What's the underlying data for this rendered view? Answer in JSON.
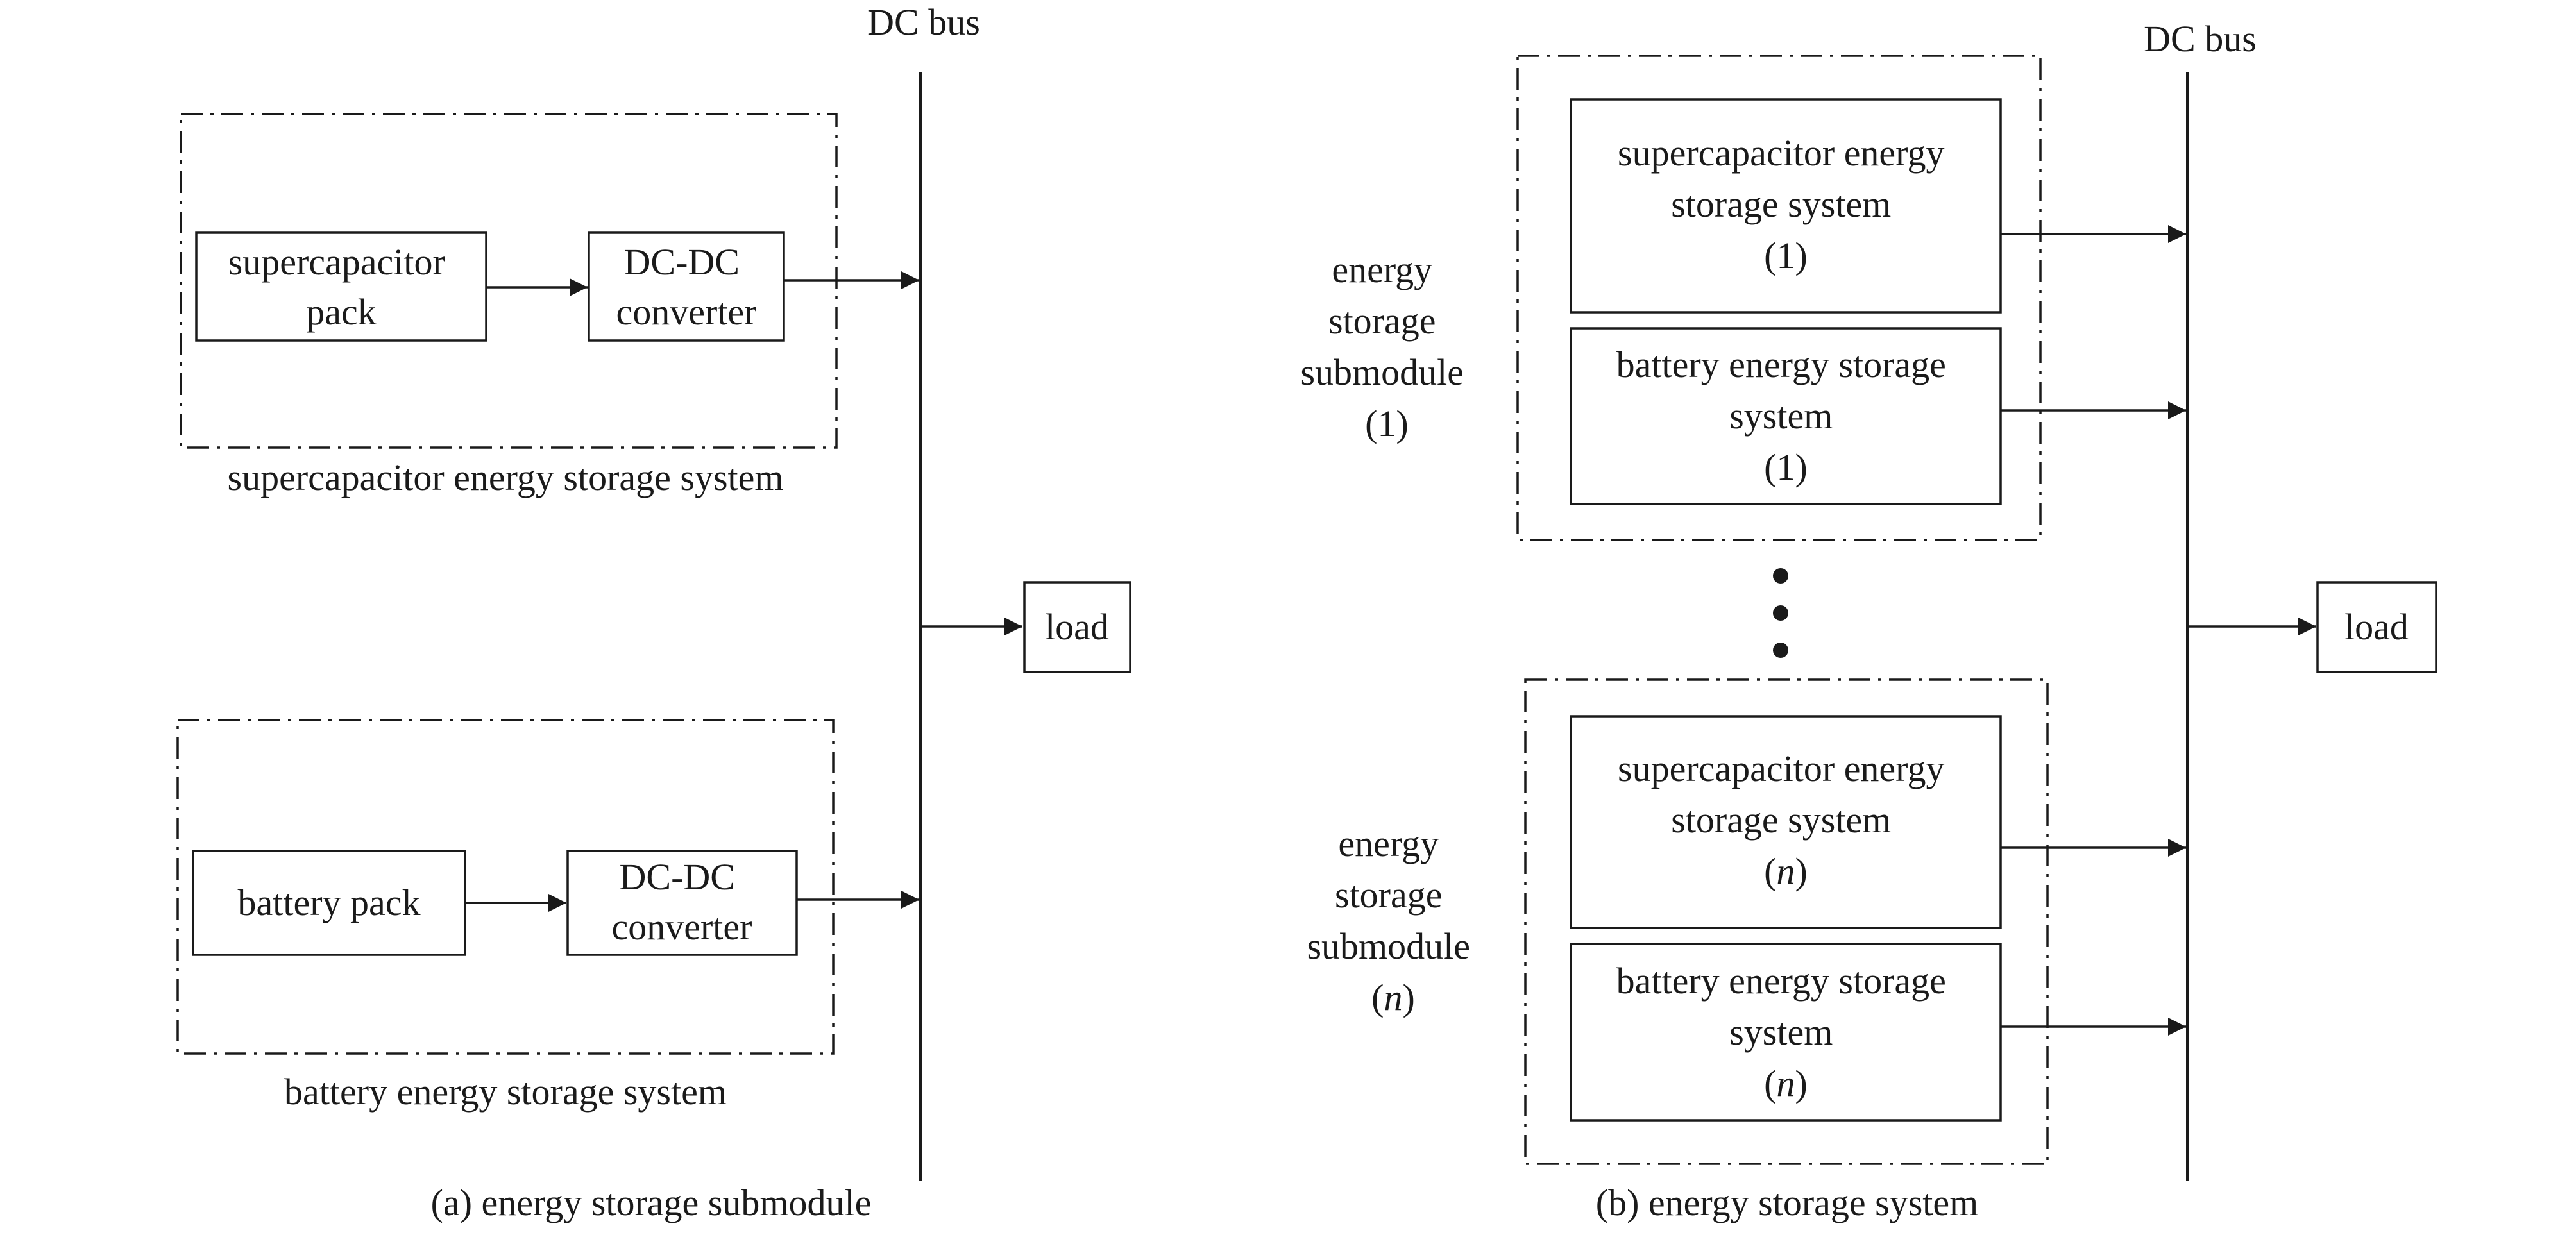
{
  "panel_a": {
    "bus_label": "DC bus",
    "load_label": "load",
    "caption": "(a) energy storage submodule",
    "sc_group_label": "supercapacitor energy storage system",
    "sc_pack": [
      "supercapacitor",
      "pack"
    ],
    "sc_converter": [
      "DC-DC",
      "converter"
    ],
    "bat_group_label": "battery energy storage system",
    "bat_pack": "battery pack",
    "bat_converter": [
      "DC-DC",
      "converter"
    ]
  },
  "panel_b": {
    "bus_label": "DC bus",
    "load_label": "load",
    "caption": "(b) energy storage system",
    "submodule_1": {
      "label": [
        "energy",
        "storage",
        "submodule",
        "(1)"
      ],
      "sc_box": [
        "supercapacitor energy",
        "storage system",
        "(1)"
      ],
      "bat_box": [
        "battery energy storage",
        "system",
        "(1)"
      ]
    },
    "submodule_n": {
      "label": [
        "energy",
        "storage",
        "submodule",
        "(",
        "n",
        ")"
      ],
      "sc_box": [
        "supercapacitor energy",
        "storage system",
        "(",
        "n",
        ")"
      ],
      "bat_box": [
        "battery energy storage",
        "system",
        "(",
        "n",
        ")"
      ]
    }
  },
  "colors": {
    "stroke": "#1a1a1a",
    "background": "#ffffff"
  }
}
